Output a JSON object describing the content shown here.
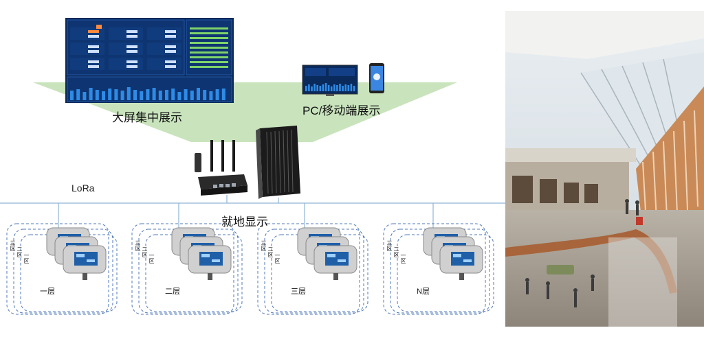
{
  "labels": {
    "big_screen": "大屏集中展示",
    "pc_mobile": "PC/移动端展示",
    "lora": "LoRa",
    "local_display": "就地显示"
  },
  "floors": [
    {
      "name": "一层",
      "zones": [
        "三区",
        "二区",
        "一区"
      ]
    },
    {
      "name": "二层",
      "zones": [
        "三区",
        "二区",
        "一区"
      ]
    },
    {
      "name": "三层",
      "zones": [
        "三区",
        "二区",
        "一区"
      ]
    },
    {
      "name": "N层",
      "zones": [
        "三区",
        "二区",
        "一区"
      ]
    }
  ],
  "colors": {
    "green_band": "#c9e4bd",
    "bus_line": "#8eb4d6",
    "dashed_zone": "#4f79b8",
    "screen_bg": "#0a2a5c",
    "bar_color": "#2e8be6",
    "sensor_body": "#c8c8c8",
    "sensor_screen": "#1f5fa8"
  },
  "icons": [
    "router-icon",
    "server-icon",
    "large-screen-dashboard",
    "pc-monitor-icon",
    "mobile-phone-icon",
    "sensor-device-icon",
    "mall-photo"
  ]
}
